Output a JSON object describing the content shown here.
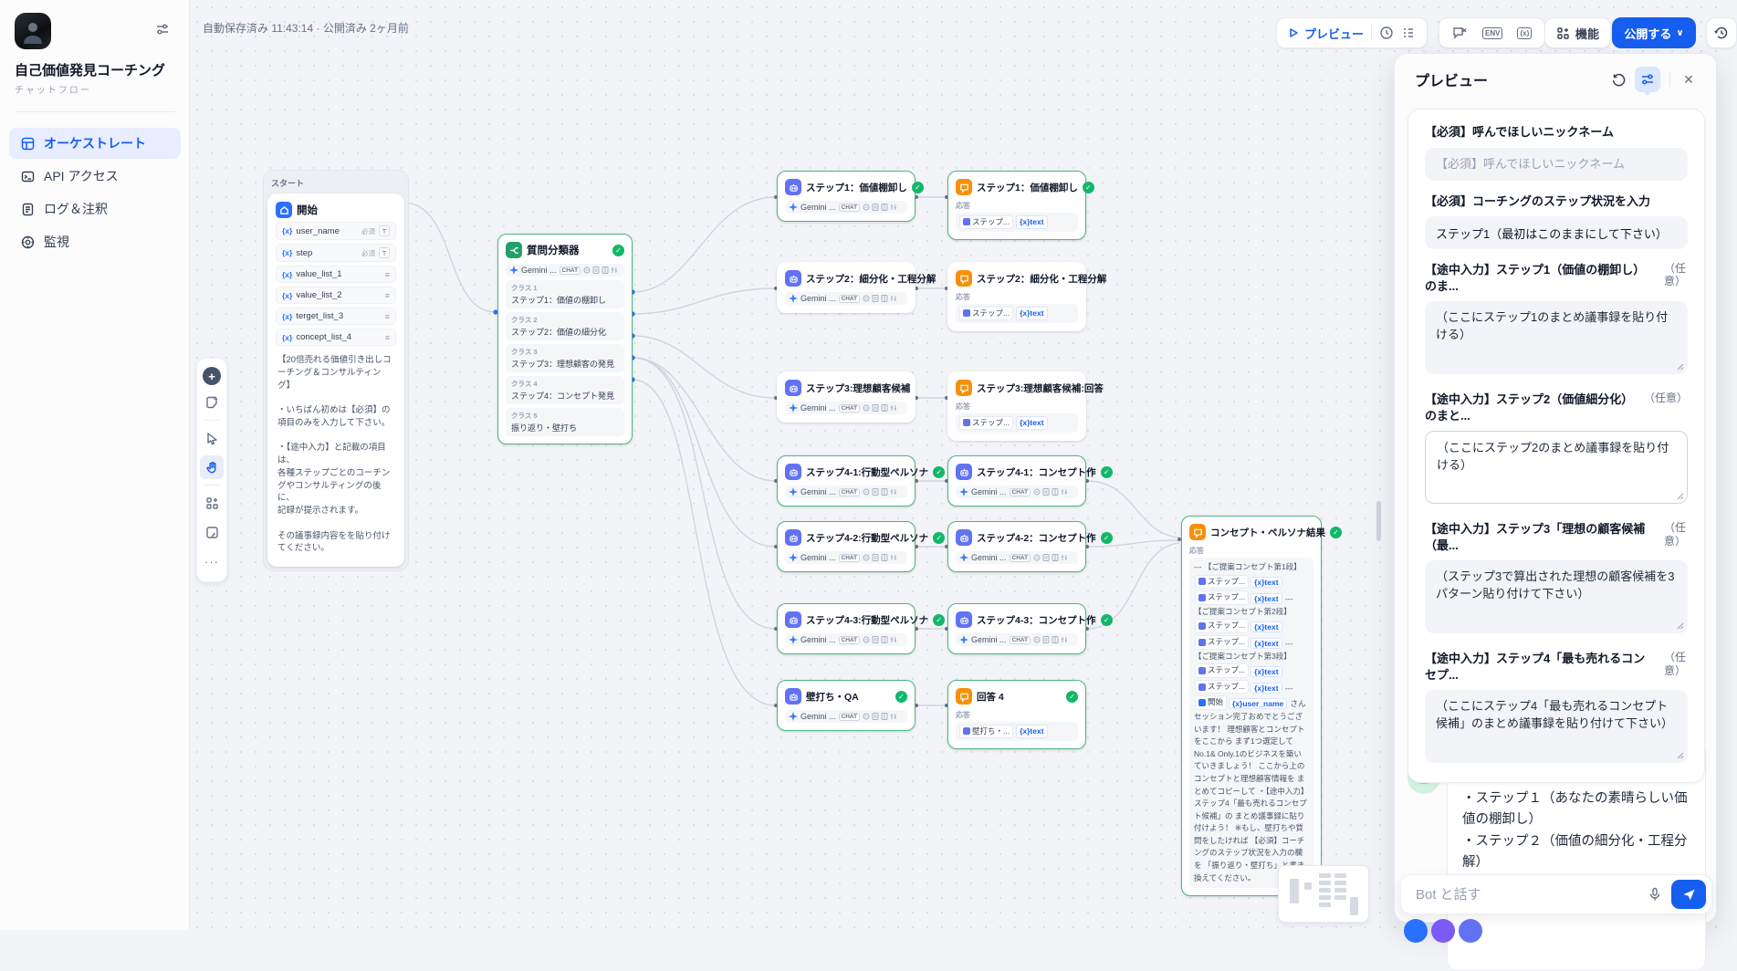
{
  "sidebar": {
    "app_title": "自己価値発見コーチング",
    "app_type": "チャットフロー",
    "nav": [
      {
        "label": "オーケストレート"
      },
      {
        "label": "API アクセス"
      },
      {
        "label": "ログ＆注釈"
      },
      {
        "label": "監視"
      }
    ]
  },
  "topbar": {
    "autosave": "自動保存済み 11:43:14 · 公開済み 2ヶ月前",
    "preview": "プレビュー",
    "env_badge": "ENV",
    "var_badge": "(x)",
    "features": "機能",
    "publish": "公開する"
  },
  "icons": {
    "close": "✕",
    "more": "···",
    "chevron_down": "∨",
    "refresh": "↺",
    "check": "✓",
    "paragraph": "≡",
    "text_type": "T",
    "grip": "◢"
  },
  "canvas": {
    "start_group_label": "スタート",
    "ans_label": "応答",
    "model": {
      "name": "Gemini ...",
      "badge": "CHAT"
    },
    "start": {
      "title": "開始",
      "vars": [
        {
          "tag": "{x}",
          "name": "user_name",
          "req": "必須",
          "type": "text"
        },
        {
          "tag": "{x}",
          "name": "step",
          "req": "必須",
          "type": "text"
        },
        {
          "tag": "{x}",
          "name": "value_list_1",
          "req": "",
          "type": "paragraph"
        },
        {
          "tag": "{x}",
          "name": "value_list_2",
          "req": "",
          "type": "paragraph"
        },
        {
          "tag": "{x}",
          "name": "terget_list_3",
          "req": "",
          "type": "paragraph"
        },
        {
          "tag": "{x}",
          "name": "concept_list_4",
          "req": "",
          "type": "paragraph"
        }
      ],
      "note": "【20倍売れる価値引き出しコーチング＆コンサルティング】\n\n・いちばん初めは【必須】の項目のみを入力して下さい。\n\n・【途中入力】と記載の項目は、\n各種ステップごとのコーチングやコンサルティングの後に、\n記録が提示されます。\n\nその議事録内容をを貼り付けてください。"
    },
    "classifier": {
      "title": "質問分類器",
      "classes": [
        {
          "label": "クラス 1",
          "text": "ステップ1：価値の棚卸し"
        },
        {
          "label": "クラス 2",
          "text": "ステップ2：価値の細分化"
        },
        {
          "label": "クラス 3",
          "text": "ステップ3：理想顧客の発見"
        },
        {
          "label": "クラス 4",
          "text": "ステップ4：コンセプト発見"
        },
        {
          "label": "クラス 5",
          "text": "振り返り・壁打ち"
        }
      ]
    },
    "llm_mid": [
      {
        "title": "ステップ1：価値棚卸し"
      },
      {
        "title": "ステップ2：細分化・工程分解"
      },
      {
        "title": "ステップ3:理想顧客候補"
      },
      {
        "title": "ステップ4-1:行動型ペルソナ"
      },
      {
        "title": "ステップ4-2:行動型ペルソナ"
      },
      {
        "title": "ステップ4-3:行動型ペルソナ"
      },
      {
        "title": "壁打ち・QA"
      }
    ],
    "right": [
      {
        "title": "ステップ1：価値棚卸し",
        "chip": "ステップ...",
        "var": "{x}text"
      },
      {
        "title": "ステップ2：細分化・工程分解",
        "chip": "ステップ...",
        "var": "{x}text"
      },
      {
        "title": "ステップ3:理想顧客候補:回答",
        "chip": "ステップ...",
        "var": "{x}text"
      },
      {
        "title": "ステップ4-1：コンセプト作"
      },
      {
        "title": "ステップ4-2：コンセプト作"
      },
      {
        "title": "ステップ4-3：コンセプト作"
      },
      {
        "title": "回答 4",
        "chip": "壁打ち・...",
        "var": "{x}text"
      }
    ],
    "result": {
      "title": "コンセプト・ペルソナ結果",
      "sec1": "--- 【ご提案コンセプト第1段】",
      "sec2": "--- 【ご提案コンセプト第2段】",
      "sec3": "--- 【ご提案コンセプト第3段】",
      "sec4": "---",
      "chip": "ステップ...",
      "var": "{x}text",
      "start_chip": "開始",
      "user_var": "{x}user_name",
      "tail": "さん セッション完了おめでとうございます！ 理想顧客とコンセプトをここから まず1つ選定して No.1& Only.1のビジネスを築いていきましょう！ ここから上のコンセプトと理想顧客情報を まとめてコピーして ・【途中入力】ステップ4「最も売れるコンセプト候補」の まとめ議事録に貼り付けよう！ ※もし、壁打ちや質問をしたければ 【必須】コーチングのステップ状況を入力の欄を 「振り返り・壁打ち」と書き換えてください。"
    }
  },
  "preview": {
    "title": "プレビュー",
    "fields": [
      {
        "label": "【必須】呼んでほしいニックネーム",
        "optional": "",
        "placeholder": "【必須】呼んでほしいニックネーム",
        "value": ""
      },
      {
        "label": "【必須】コーチングのステップ状況を入力",
        "optional": "",
        "value": "ステップ1（最初はこのままにして下さい）"
      },
      {
        "label": "【途中入力】ステップ1（価値の棚卸し）のま...",
        "optional": "（任意）",
        "value": "（ここにステップ1のまとめ議事録を貼り付ける）"
      },
      {
        "label": "【途中入力】ステップ2（価値細分化）のまと...",
        "optional": "（任意）",
        "value": "（ここにステップ2のまとめ議事録を貼り付ける）"
      },
      {
        "label": "【途中入力】ステップ3「理想の顧客候補（最...",
        "optional": "（任意）",
        "value": "（ステップ3で算出された理想の顧客候補を3パターン貼り付けて下さい）"
      },
      {
        "label": "【途中入力】ステップ4「最も売れるコンセプ...",
        "optional": "（任意）",
        "value": "（ここにステップ4「最も売れるコンセプト候補」のまとめ議事録を貼り付けて下さい）"
      }
    ],
    "chat_message": "○全体ステップ\n・ステップ１（あなたの素晴らしい価値の棚卸し）\n・ステップ２（価値の細分化・工程分解）\n・ステップ３（最も売れる理想顧客",
    "input_placeholder": "Bot と話す"
  }
}
